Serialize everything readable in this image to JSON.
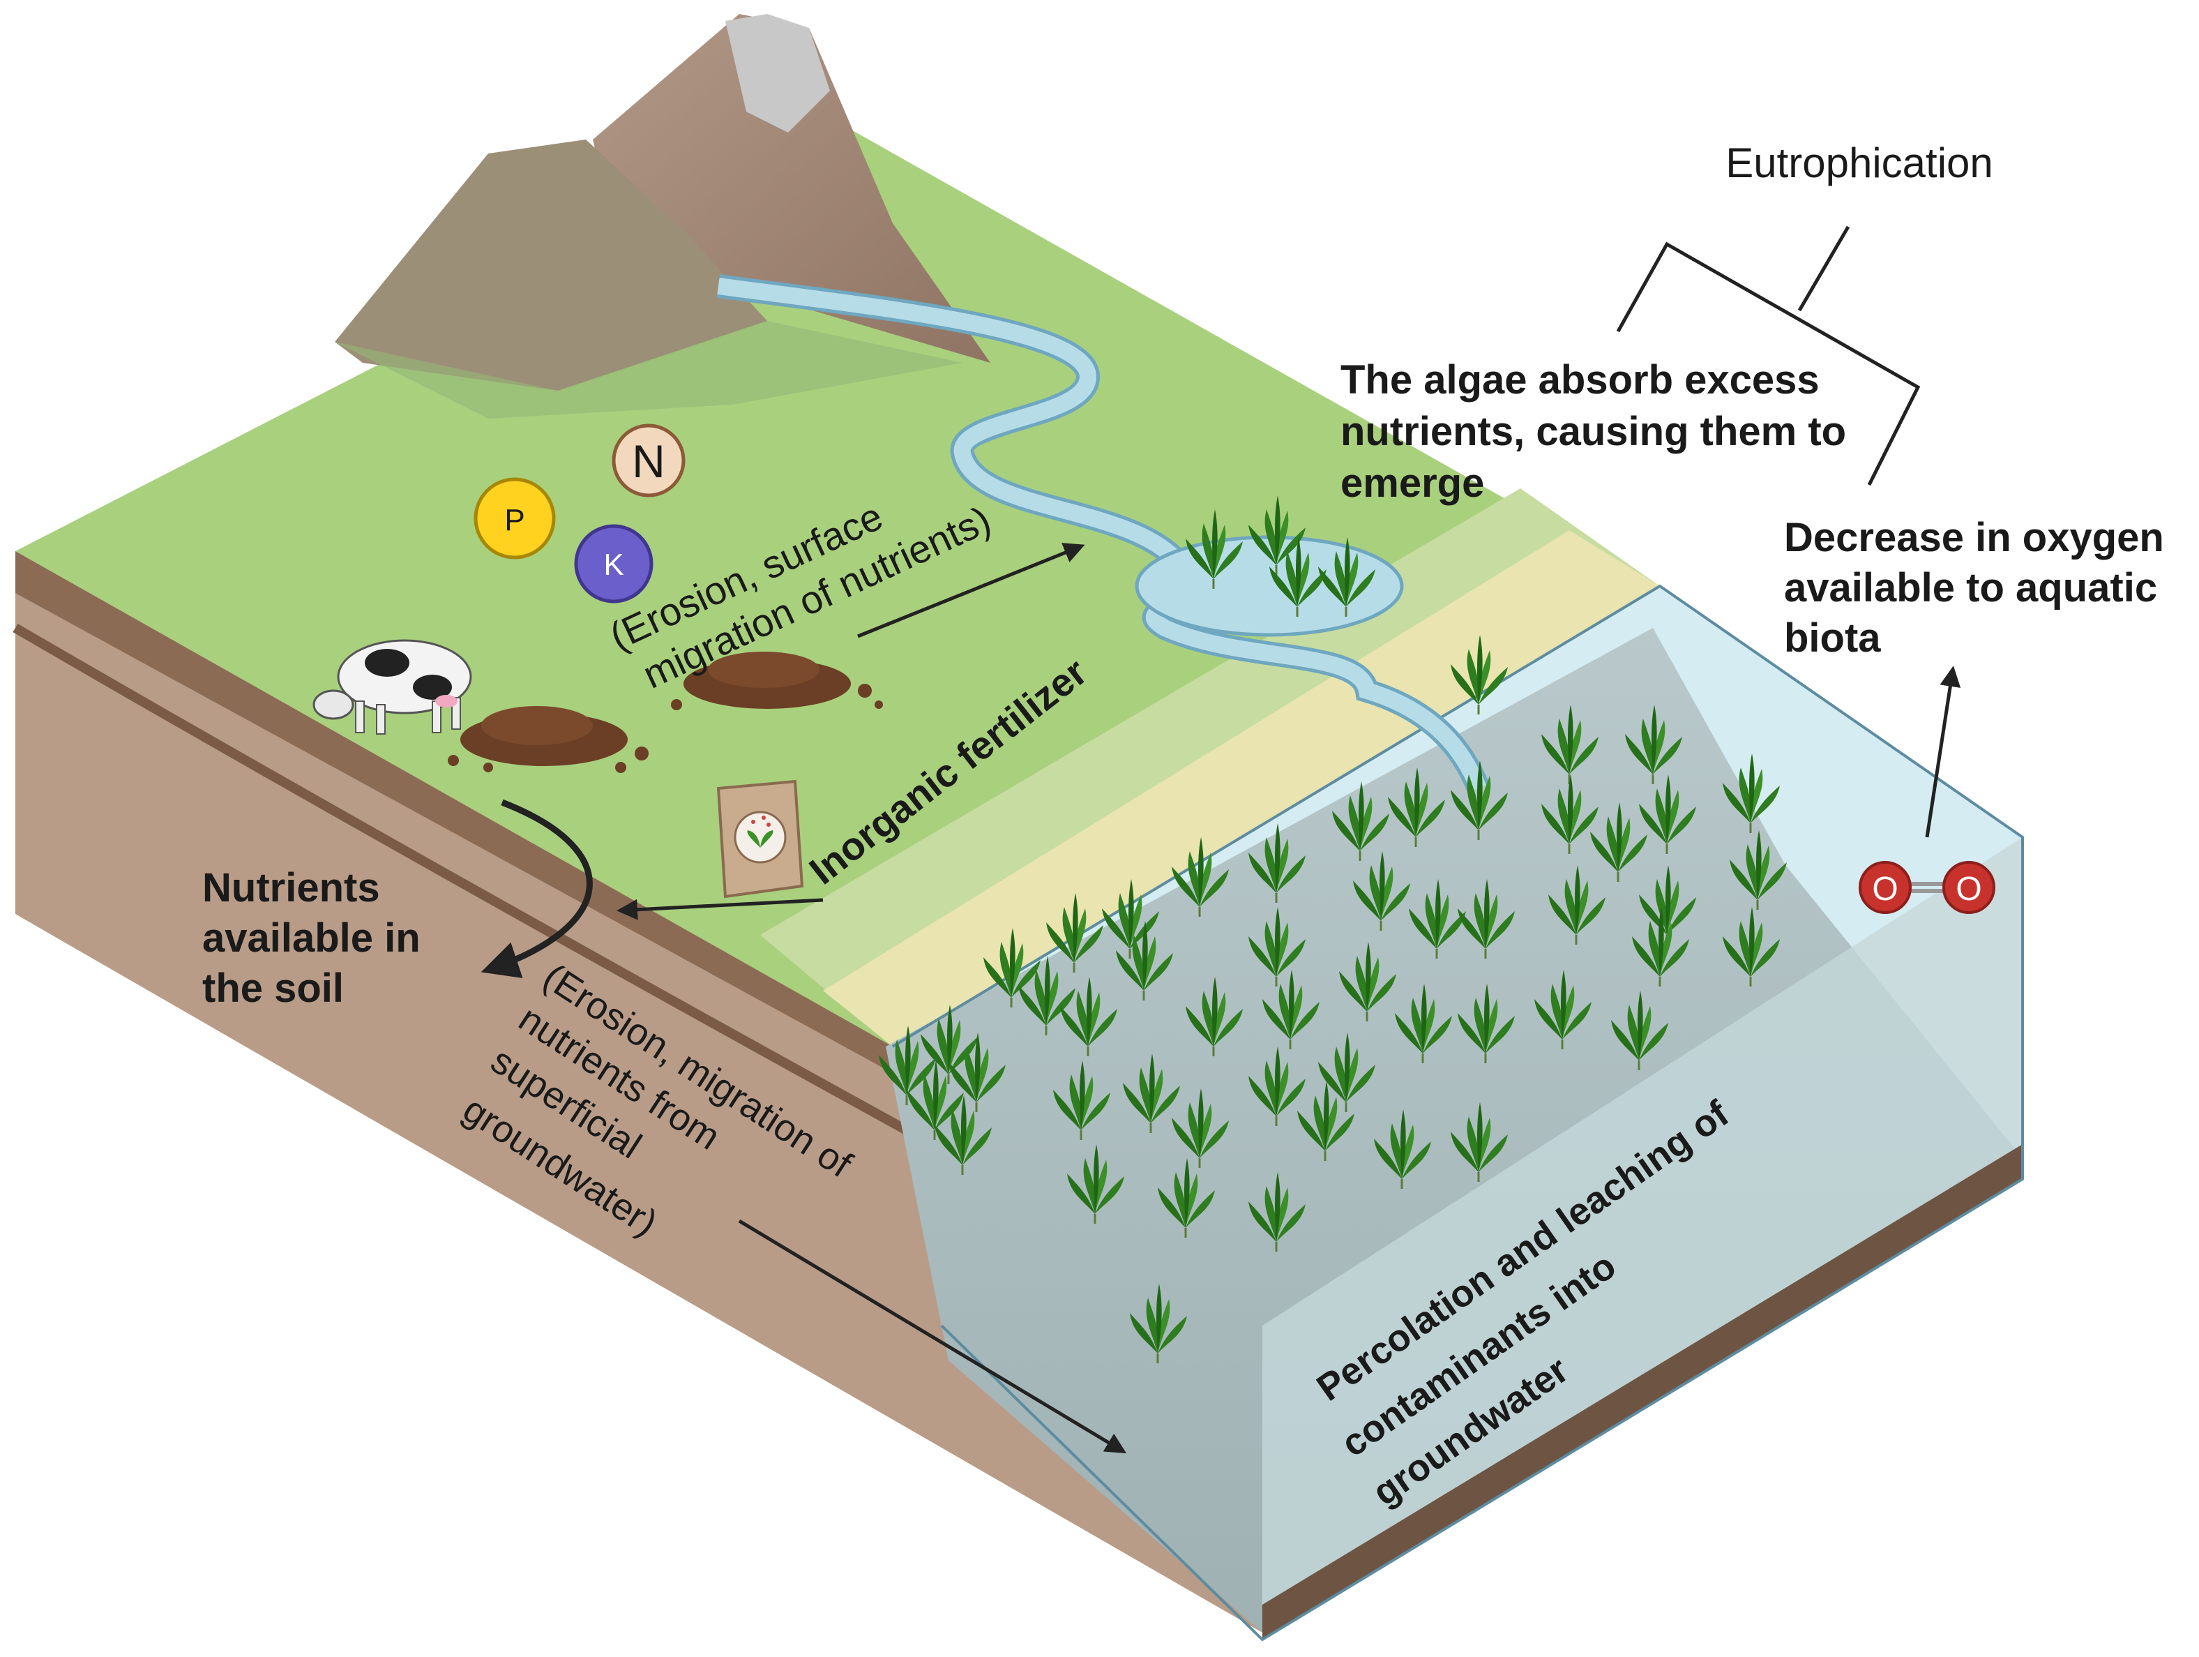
{
  "labels": {
    "eutrophication": "Eutrophication",
    "algae_line1": "The algae absorb excess",
    "algae_line2": "nutrients, causing them to",
    "algae_line3": "emerge",
    "oxygen_line1": "Decrease in oxygen",
    "oxygen_line2": "available to aquatic",
    "oxygen_line3": "biota",
    "surface_line1": "(Erosion, surface",
    "surface_line2": "migration of nutrients)",
    "fertilizer": "Inorganic fertilizer",
    "soil_line1": "Nutrients",
    "soil_line2": "available in",
    "soil_line3": "the soil",
    "ground_line1": "(Erosion, migration of",
    "ground_line2": "nutrients from",
    "ground_line3": "superficial",
    "ground_line4": "groundwater)",
    "perc_line1": "Percolation and leaching of",
    "perc_line2": "contaminants into",
    "perc_line3": "groundwater"
  },
  "nutrients": {
    "n": "N",
    "p": "P",
    "k": "K"
  },
  "oxygen_molecule": {
    "left": "O",
    "right": "O"
  },
  "colors": {
    "grass": "#a9d07d",
    "soil_side": "#b89c88",
    "soil_dark": "#8c6b55",
    "mountain": "#a48a78",
    "water_light": "#d4ecf2",
    "water_deep": "#a4b6b8",
    "algae": "#2e7d1f",
    "river": "#b6dce8"
  },
  "icons": [
    "cow-icon",
    "manure-pile-icon",
    "fertilizer-bag-icon",
    "algae-icon",
    "oxygen-molecule-icon"
  ]
}
